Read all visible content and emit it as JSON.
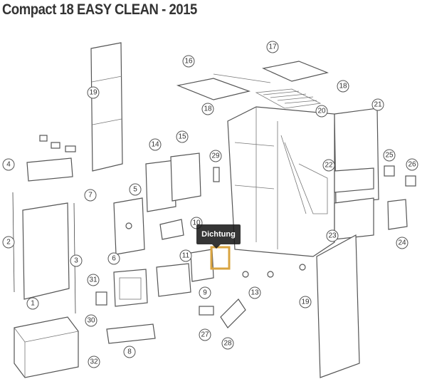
{
  "title": "Compact 18 EASY CLEAN - 2015",
  "tooltip": {
    "label": "Dichtung"
  },
  "highlight_color": "#d9a441",
  "callouts": [
    "19",
    "16",
    "17",
    "18",
    "18",
    "20",
    "21",
    "14",
    "15",
    "29",
    "4",
    "22",
    "25",
    "26",
    "7",
    "5",
    "10",
    "11",
    "2",
    "3",
    "6",
    "23",
    "24",
    "31",
    "13",
    "9",
    "19",
    "1",
    "30",
    "27",
    "28",
    "8",
    "32"
  ]
}
